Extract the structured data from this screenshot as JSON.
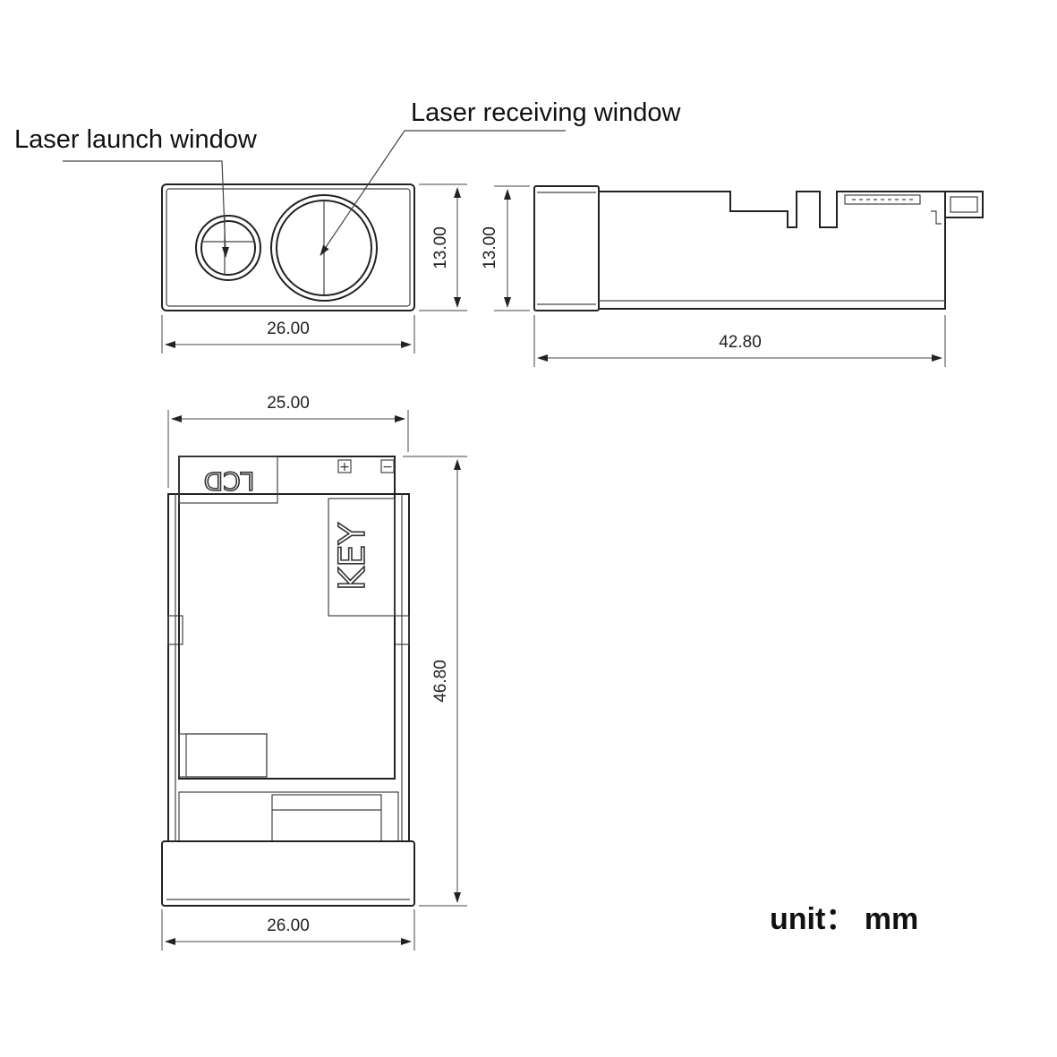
{
  "labels": {
    "launch_window": "Laser launch window",
    "receiving_window": "Laser receiving window",
    "unit": "unit： mm"
  },
  "dimensions": {
    "front_width": "26.00",
    "front_height": "13.00",
    "side_height": "13.00",
    "side_length": "42.80",
    "top_inner_width": "25.00",
    "top_length": "46.80",
    "top_outer_width": "26.00"
  },
  "pcb": {
    "lcd": "LCD",
    "key": "KEY",
    "plus": "+",
    "minus": "−"
  },
  "colors": {
    "line": "#222222",
    "background": "#ffffff"
  }
}
